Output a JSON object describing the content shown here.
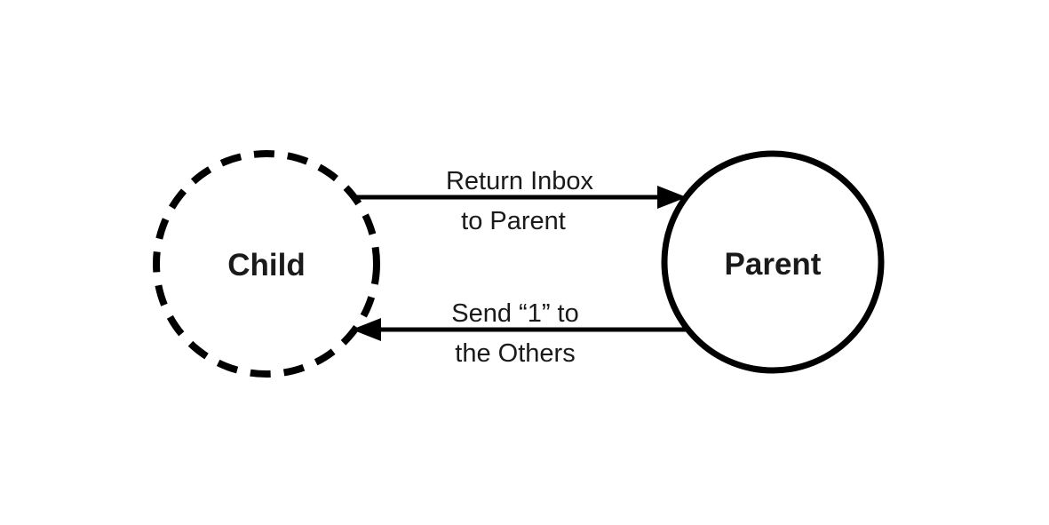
{
  "diagram": {
    "title": "Parent-Child message passing diagram",
    "background_color": "#ffffff",
    "stroke_color": "#000000",
    "nodes": [
      {
        "id": "child",
        "label": "Child",
        "border_style": "dashed"
      },
      {
        "id": "parent",
        "label": "Parent",
        "border_style": "solid"
      }
    ],
    "edges": [
      {
        "from": "child",
        "to": "parent",
        "direction": "right",
        "label_line1": "Return Inbox",
        "label_line2": "to Parent"
      },
      {
        "from": "parent",
        "to": "child",
        "direction": "left",
        "label_line1": "Send “1” to",
        "label_line2": "the Others"
      }
    ]
  }
}
